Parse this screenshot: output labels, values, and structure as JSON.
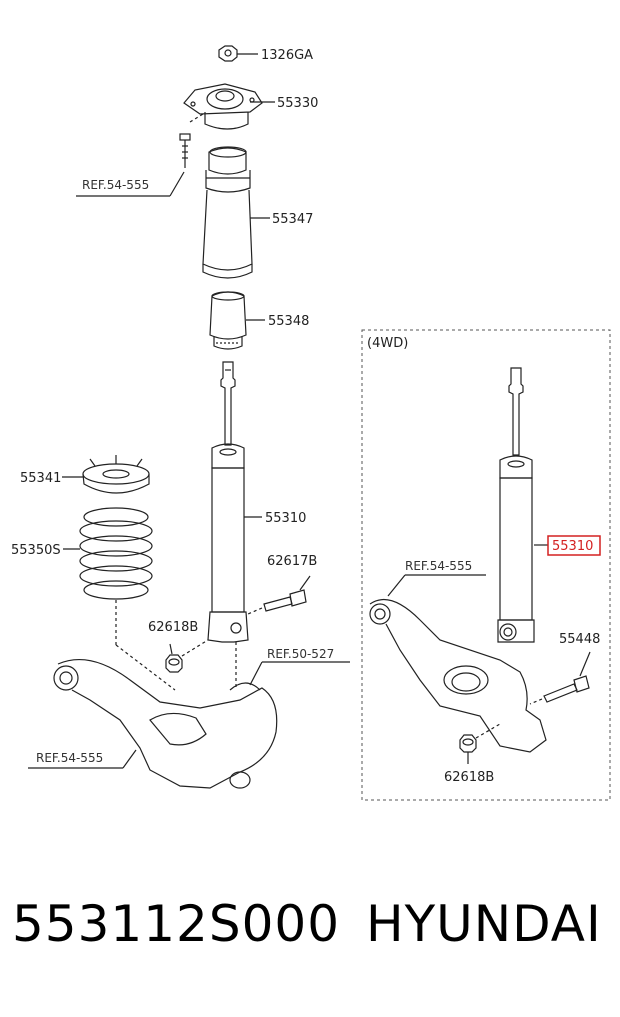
{
  "diagram": {
    "labels": {
      "nut_top": "1326GA",
      "mount": "55330",
      "dust_cover": "55347",
      "bumper": "55348",
      "spring_pad": "55341",
      "spring": "55350S",
      "shock": "55310",
      "bolt_main": "62617B",
      "nut_main": "62618B",
      "ref_top": "REF.54-555",
      "ref_arm": "REF.54-555",
      "ref_knuckle": "REF.50-527",
      "wd_title": "(4WD)",
      "wd_ref": "REF.54-555",
      "wd_shock": "55310",
      "wd_bolt": "55448",
      "wd_nut": "62618B"
    },
    "highlight_color": "#d42020"
  },
  "footer": {
    "part_number": "553112S000",
    "brand": "HYUNDAI"
  }
}
